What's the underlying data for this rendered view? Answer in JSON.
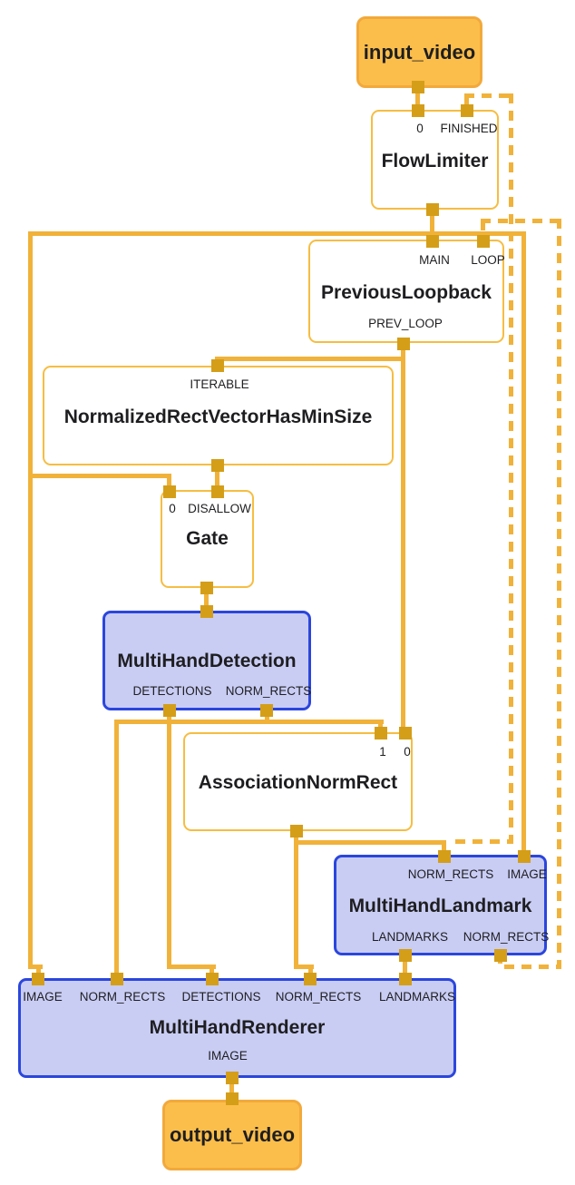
{
  "colors": {
    "edge": "#f1b23a",
    "connector": "#d49e18",
    "calc-border": "#f6bd42",
    "stream-fill": "#fcbe4a",
    "stream-border": "#f2a93c",
    "subgraph-fill": "#c9cdf4",
    "subgraph-border": "#2b46dd",
    "text": "#1e1e21",
    "canvas-bg": "#ffffff"
  },
  "nodes": {
    "inputVideo": {
      "label": "input_video"
    },
    "flowLimiter": {
      "title": "FlowLimiter",
      "portIn": "0",
      "portFinished": "FINISHED"
    },
    "previousLoopback": {
      "title": "PreviousLoopback",
      "portMain": "MAIN",
      "portLoop": "LOOP",
      "portPrevLoop": "PREV_LOOP"
    },
    "normalizedRectVectorHasMinSize": {
      "title": "NormalizedRectVectorHasMinSize",
      "portIterable": "ITERABLE"
    },
    "gate": {
      "title": "Gate",
      "portIn": "0",
      "portDisallow": "DISALLOW"
    },
    "multiHandDetection": {
      "title": "MultiHandDetection",
      "portDetections": "DETECTIONS",
      "portNormRects": "NORM_RECTS"
    },
    "associationNormRect": {
      "title": "AssociationNormRect",
      "portIn1": "1",
      "portIn0": "0"
    },
    "multiHandLandmark": {
      "title": "MultiHandLandmark",
      "portNormRectsIn": "NORM_RECTS",
      "portImageIn": "IMAGE",
      "portLandmarksOut": "LANDMARKS",
      "portNormRectsOut": "NORM_RECTS"
    },
    "multiHandRenderer": {
      "title": "MultiHandRenderer",
      "portImageIn": "IMAGE",
      "portNormRects1": "NORM_RECTS",
      "portDetections": "DETECTIONS",
      "portNormRects2": "NORM_RECTS",
      "portLandmarks": "LANDMARKS",
      "portImageOut": "IMAGE"
    },
    "outputVideo": {
      "label": "output_video"
    }
  }
}
